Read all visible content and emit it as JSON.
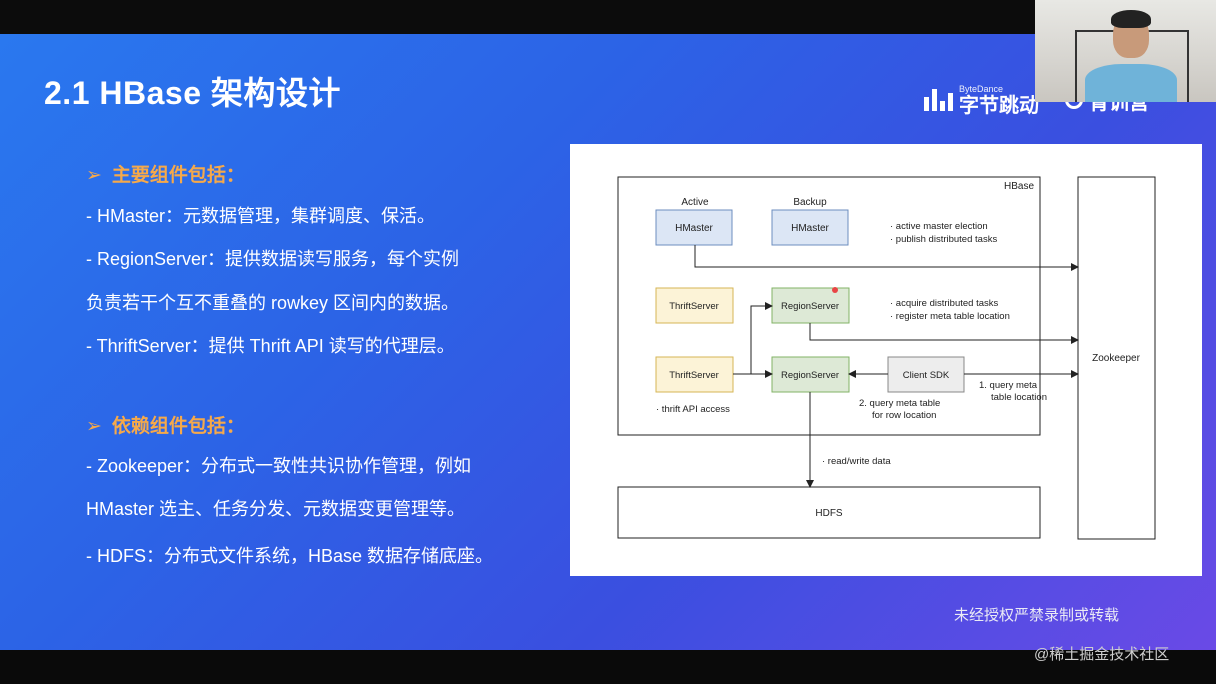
{
  "slide": {
    "title": "2.1 HBase 架构设计",
    "logo_small": "ByteDance",
    "logo_big": "字节跳动",
    "logo_camp": "青训营",
    "watermark": "未经授权严禁录制或转载",
    "juejin": "@稀土掘金技术社区"
  },
  "sections": [
    {
      "heading": "主要组件包括：",
      "lines": [
        "- HMaster：元数据管理，集群调度、保活。",
        "- RegionServer：提供数据读写服务，每个实例",
        "负责若干个互不重叠的 rowkey 区间内的数据。",
        "- ThriftServer：提供 Thrift API 读写的代理层。"
      ]
    },
    {
      "heading": "依赖组件包括：",
      "lines": [
        "- Zookeeper：分布式一致性共识协作管理，例如",
        "HMaster 选主、任务分发、元数据变更管理等。",
        "- HDFS：分布式文件系统，HBase 数据存储底座。"
      ]
    }
  ],
  "diagram": {
    "hbase_label": "HBase",
    "active_label": "Active",
    "backup_label": "Backup",
    "hmaster": "HMaster",
    "thriftserver": "ThriftServer",
    "regionserver": "RegionServer",
    "client_sdk": "Client SDK",
    "zookeeper": "Zookeeper",
    "hdfs": "HDFS",
    "note_master_1": "· active master election",
    "note_master_2": "· publish distributed tasks",
    "note_rs_1": "· acquire distributed tasks",
    "note_rs_2": "· register meta table location",
    "note_thrift": "· thrift API access",
    "note_query2_1": "2. query meta table",
    "note_query2_2": "for row location",
    "note_query1_1": "1. query meta",
    "note_query1_2": "table location",
    "note_rw": "· read/write data",
    "colors": {
      "hmaster_fill": "#dce6f5",
      "hmaster_stroke": "#6c8ebf",
      "thrift_fill": "#fcf3d7",
      "thrift_stroke": "#d6b656",
      "rs_fill": "#dde9d6",
      "rs_stroke": "#82b366",
      "sdk_fill": "#ededed",
      "sdk_stroke": "#888888"
    }
  }
}
